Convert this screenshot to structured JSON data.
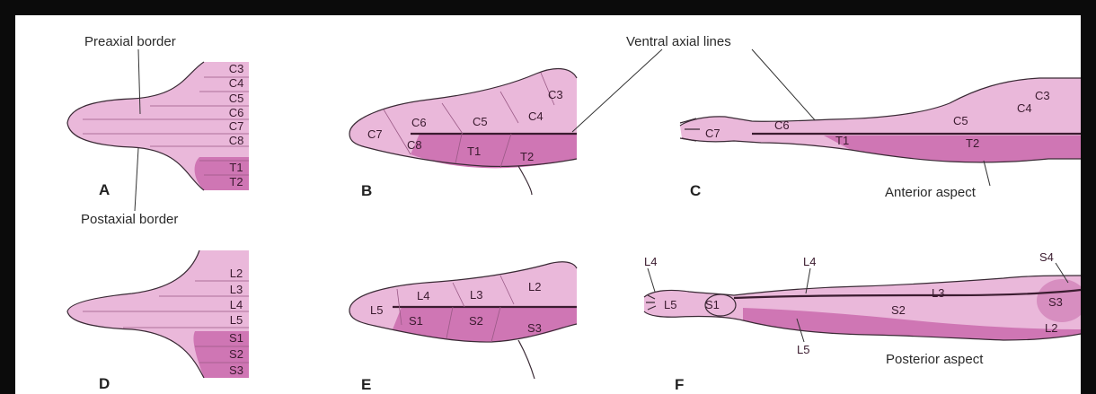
{
  "labels": {
    "preaxial_border": "Preaxial border",
    "postaxial_border": "Postaxial border",
    "ventral_axial_lines": "Ventral axial lines",
    "anterior_aspect": "Anterior aspect",
    "posterior_aspect": "Posterior aspect"
  },
  "panels": {
    "a": "A",
    "b": "B",
    "c": "C",
    "d": "D",
    "e": "E",
    "f": "F"
  },
  "panel_a_segments": [
    "C3",
    "C4",
    "C5",
    "C6",
    "C7",
    "C8",
    "T1",
    "T2"
  ],
  "panel_b_segments": [
    "C3",
    "C4",
    "C5",
    "C6",
    "C7",
    "C8",
    "T1",
    "T2"
  ],
  "panel_c_segments": [
    "C3",
    "C4",
    "C5",
    "C6",
    "C7",
    "T1",
    "T2"
  ],
  "panel_d_segments": [
    "L2",
    "L3",
    "L4",
    "L5",
    "S1",
    "S2",
    "S3"
  ],
  "panel_e_segments": [
    "L2",
    "L3",
    "L4",
    "L5",
    "S1",
    "S2",
    "S3"
  ],
  "panel_f_segments": [
    "L4",
    "L4",
    "L5",
    "S1",
    "L3",
    "S2",
    "S3",
    "S4",
    "L2",
    "L5"
  ],
  "colors": {
    "light_pink": "#eab8da",
    "mid_pink": "#e0a2cd",
    "dark_pink": "#cf76b4",
    "axial_line": "#3b1c30"
  }
}
